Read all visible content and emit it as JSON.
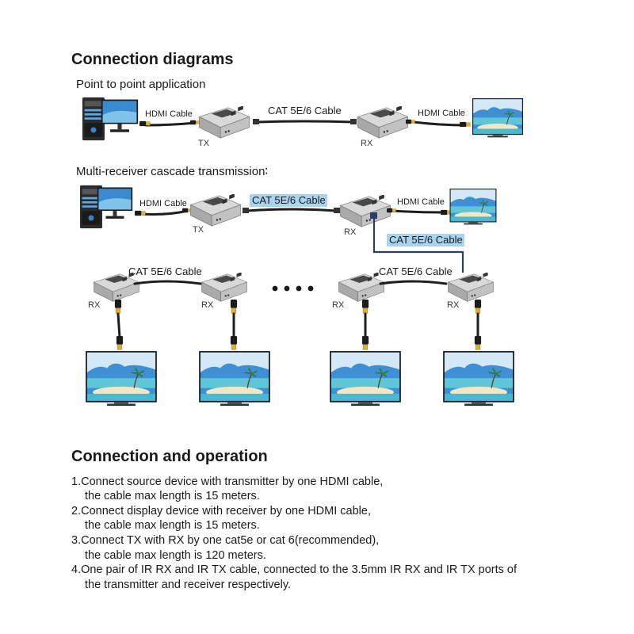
{
  "headings": {
    "diagrams": "Connection diagrams",
    "operation": "Connection and operation"
  },
  "point_to_point": {
    "title": "Point to point application",
    "hdmi_left": "HDMI Cable",
    "cat": "CAT 5E/6 Cable",
    "hdmi_right": "HDMI Cable",
    "tx": "TX",
    "rx": "RX"
  },
  "cascade": {
    "title": "Multi-receiver cascade transmission∶",
    "hdmi_left": "HDMI Cable",
    "cat_top": "CAT 5E/6 Cable",
    "hdmi_right": "HDMI Cable",
    "tx": "TX",
    "rx_top": "RX",
    "cat_vertical": "CAT 5E/6 Cable",
    "cat_bottom_left": "CAT 5E/6 Cable",
    "cat_bottom_right": "CAT 5E/6 Cable",
    "rx_labels": [
      "RX",
      "RX",
      "RX",
      "RX"
    ]
  },
  "steps": [
    [
      "1.Connect source device with transmitter by one HDMI cable,",
      "the cable max length is 15 meters."
    ],
    [
      "2.Connect display device with receiver by one HDMI cable,",
      "the cable max length is 15 meters."
    ],
    [
      "3.Connect TX with RX by one cat5e or cat 6(recommended),",
      "the cable max length is 120 meters."
    ],
    [
      "4.One pair of IR RX and IR TX cable, connected to the 3.5mm IR RX and IR TX ports of",
      "the transmitter and receiver respectively."
    ]
  ],
  "colors": {
    "cable_label_highlight": "#a8d4ef",
    "device_body": "#b8b8b8",
    "sky": "#3f8fd4",
    "sea": "#5fc6d8"
  }
}
